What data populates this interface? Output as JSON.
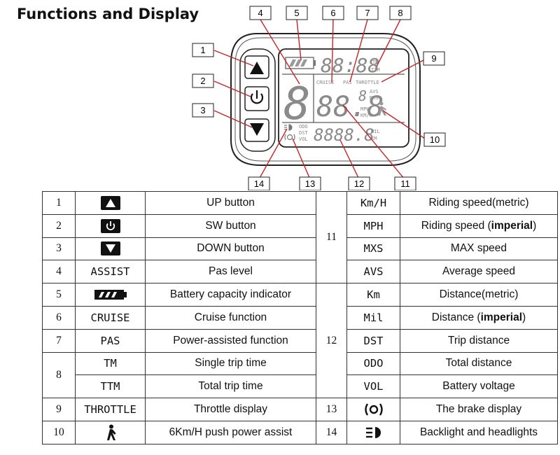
{
  "title": "Functions and Display",
  "display": {
    "digits_time": "88:88",
    "digits_speed_big": "8",
    "digits_speed": "88.8",
    "digits_small": "8",
    "digits_distance": "8888.8",
    "cruise": "CRUISE",
    "pas": "PAS",
    "throttle": "THROTTLE",
    "tm": "TM",
    "ttm": "TTM",
    "avs": "AVS",
    "mxs": "MXS",
    "mph": "MPH",
    "kmh": "KM/H",
    "odo": "ODO",
    "dst": "DST",
    "vol": "VOL",
    "mil": "MIL",
    "km": "KM"
  },
  "callouts": [
    "1",
    "2",
    "3",
    "4",
    "5",
    "6",
    "7",
    "8",
    "9",
    "10",
    "11",
    "12",
    "13",
    "14"
  ],
  "table": {
    "left": [
      {
        "num": "1",
        "icon": "up-arrow-icon",
        "desc": "UP button"
      },
      {
        "num": "2",
        "icon": "power-icon",
        "desc": "SW button"
      },
      {
        "num": "3",
        "icon": "down-arrow-icon",
        "desc": "DOWN button"
      },
      {
        "num": "4",
        "code": "ASSIST",
        "desc": "Pas level"
      },
      {
        "num": "5",
        "icon": "battery-icon",
        "desc": "Battery capacity indicator"
      },
      {
        "num": "6",
        "code": "CRUISE",
        "desc": "Cruise function"
      },
      {
        "num": "7",
        "code": "PAS",
        "desc": "Power-assisted function"
      },
      {
        "num": "8",
        "code": "TM",
        "desc": "Single trip time"
      },
      {
        "code": "TTM",
        "desc": "Total trip time"
      },
      {
        "num": "9",
        "code": "THROTTLE",
        "desc": "Throttle display"
      },
      {
        "num": "10",
        "icon": "walking-person-icon",
        "desc": "6Km/H push power assist"
      }
    ],
    "right": [
      {
        "group": "11",
        "code": "Km/H",
        "desc_pre": "Riding speed",
        "desc_mid": "",
        "desc_suf": "(metric)"
      },
      {
        "code": "MPH",
        "desc_pre": "Riding speed (",
        "desc_mid": "imperial",
        "desc_suf": ")"
      },
      {
        "code": "MXS",
        "desc_pre": "MAX speed",
        "desc_mid": "",
        "desc_suf": ""
      },
      {
        "code": "AVS",
        "desc_pre": "Average speed",
        "desc_mid": "",
        "desc_suf": ""
      },
      {
        "group": "12",
        "code": "Km",
        "desc_pre": "Distance",
        "desc_mid": "",
        "desc_suf": "(metric)"
      },
      {
        "code": "Mil",
        "desc_pre": "Distance (",
        "desc_mid": "imperial",
        "desc_suf": ")"
      },
      {
        "code": "DST",
        "desc_pre": "Trip distance",
        "desc_mid": "",
        "desc_suf": ""
      },
      {
        "code": "ODO",
        "desc_pre": "Total distance",
        "desc_mid": "",
        "desc_suf": ""
      },
      {
        "code": "VOL",
        "desc_pre": "Battery voltage",
        "desc_mid": "",
        "desc_suf": ""
      },
      {
        "group": "13",
        "icon": "brake-icon",
        "desc_pre": "The brake display",
        "desc_mid": "",
        "desc_suf": ""
      },
      {
        "group": "14",
        "icon": "headlight-icon",
        "desc_pre": "Backlight and headlights",
        "desc_mid": "",
        "desc_suf": ""
      }
    ]
  }
}
